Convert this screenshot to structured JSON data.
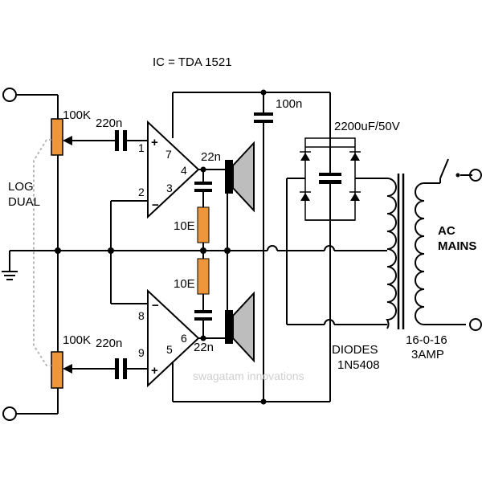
{
  "title": "IC = TDA 1521",
  "pot_top": "100K",
  "pot_bottom": "100K",
  "pot_type_line1": "LOG",
  "pot_type_line2": "DUAL",
  "cap_in_top": "220n",
  "cap_in_bottom": "220n",
  "pin_1": "1",
  "pin_2": "2",
  "pin_3": "3",
  "pin_4": "4",
  "pin_5": "5",
  "pin_6": "6",
  "pin_7": "7",
  "pin_8": "8",
  "pin_9": "9",
  "plus_sign": "+",
  "minus_sign": "−",
  "cap_zobel_top": "22n",
  "cap_zobel_bottom": "22n",
  "res_zobel_top": "10E",
  "res_zobel_bottom": "10E",
  "cap_supply": "100n",
  "cap_filter": "2200uF/50V",
  "diodes_line1": "DIODES",
  "diodes_line2": "1N5408",
  "transformer_line1": "16-0-16",
  "transformer_line2": "3AMP",
  "mains_line1": "AC",
  "mains_line2": "MAINS",
  "watermark": "swagatam innovations",
  "colors": {
    "resistor": "#f0963a",
    "speaker_cone": "#bdbdbd",
    "wire": "#000000"
  }
}
